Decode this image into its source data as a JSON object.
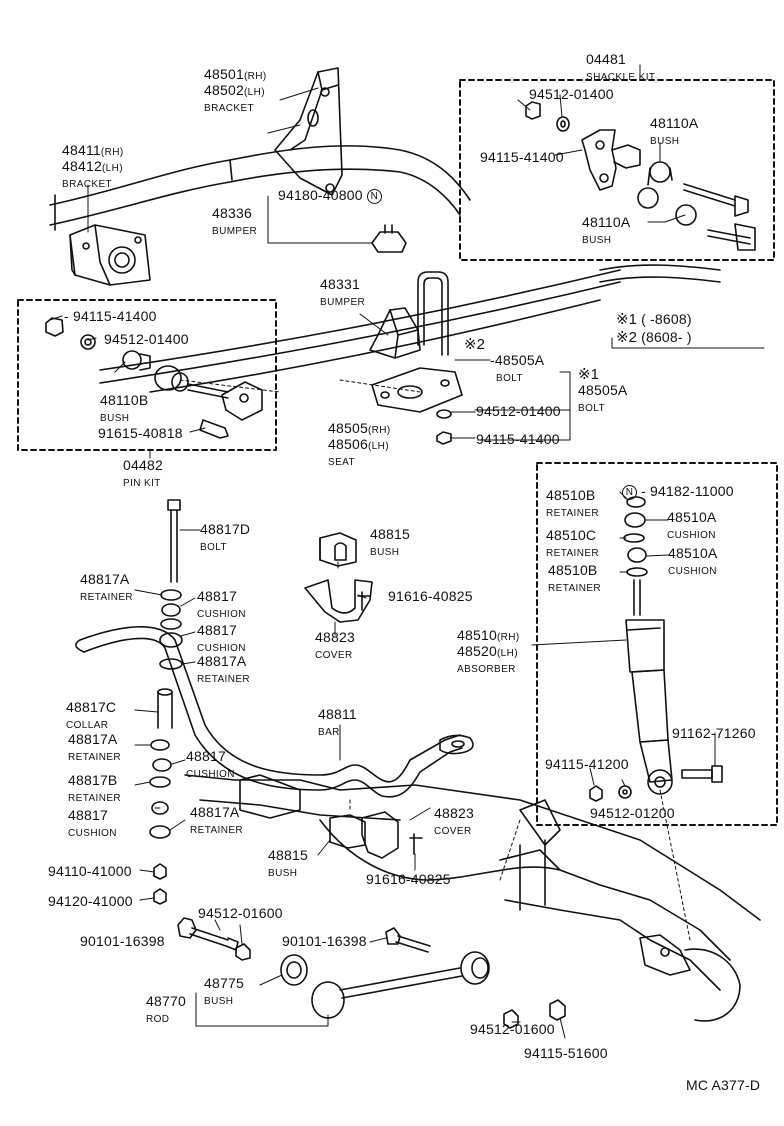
{
  "diagram_id": "MC A377-D",
  "marker_symbol": "N",
  "parts": {
    "bracket_rh_lh": {
      "num_rh": "48501",
      "tag_rh": "(RH)",
      "num_lh": "48502",
      "tag_lh": "(LH)",
      "name": "BRACKET"
    },
    "bracket2": {
      "num_rh": "48411",
      "tag_rh": "(RH)",
      "num_lh": "48412",
      "tag_lh": "(LH)",
      "name": "BRACKET"
    },
    "shackle_kit": {
      "num": "04481",
      "name": "SHACKLE KIT"
    },
    "washer_top": {
      "num": "94512-01400"
    },
    "nut_top": {
      "num": "94115-41400"
    },
    "bush_48110a_1": {
      "num": "48110A",
      "name": "BUSH"
    },
    "bush_48110a_2": {
      "num": "48110A",
      "name": "BUSH"
    },
    "bolt_94180": {
      "num": "94180-40800"
    },
    "bumper_48336": {
      "num": "48336",
      "name": "BUMPER"
    },
    "pin_kit_nut": {
      "num": "94115-41400"
    },
    "pin_kit_washer": {
      "num": "94512-01400"
    },
    "bush_48110b": {
      "num": "48110B",
      "name": "BUSH"
    },
    "bolt_91615": {
      "num": "91615-40818"
    },
    "pin_kit": {
      "num": "04482",
      "name": "PIN KIT"
    },
    "bumper_48331": {
      "num": "48331",
      "name": "BUMPER"
    },
    "note1": {
      "mark": "※1",
      "range": "(        -8608)"
    },
    "note2": {
      "mark": "※2",
      "range": "(8608-        )"
    },
    "bolt_48505a_1": {
      "mark": "※2",
      "num": "48505A",
      "name": "BOLT"
    },
    "bolt_48505a_2": {
      "mark": "※1",
      "num": "48505A",
      "name": "BOLT"
    },
    "seat": {
      "num_rh": "48505",
      "tag_rh": "(RH)",
      "num_lh": "48506",
      "tag_lh": "(LH)",
      "name": "SEAT"
    },
    "seat_washer": {
      "num": "94512-01400"
    },
    "seat_nut": {
      "num": "94115-41400"
    },
    "bolt_48817d": {
      "num": "48817D",
      "name": "BOLT"
    },
    "retainer_48817a_1": {
      "num": "48817A",
      "name": "RETAINER"
    },
    "cushion_48817_1": {
      "num": "48817",
      "name": "CUSHION"
    },
    "cushion_48817_2": {
      "num": "48817",
      "name": "CUSHION"
    },
    "retainer_48817a_2": {
      "num": "48817A",
      "name": "RETAINER"
    },
    "bush_48815_top": {
      "num": "48815",
      "name": "BUSH"
    },
    "bolt_91616_top": {
      "num": "91616-40825"
    },
    "cover_48823_top": {
      "num": "48823",
      "name": "COVER"
    },
    "collar": {
      "num": "48817C",
      "name": "COLLAR"
    },
    "retainer_48817a_3": {
      "num": "48817A",
      "name": "RETAINER"
    },
    "cushion_48817_3": {
      "num": "48817",
      "name": "CUSHION"
    },
    "retainer_48817b": {
      "num": "48817B",
      "name": "RETAINER"
    },
    "cushion_48817_4": {
      "num": "48817",
      "name": "CUSHION"
    },
    "retainer_48817a_4": {
      "num": "48817A",
      "name": "RETAINER"
    },
    "nut_94110": {
      "num": "94110-41000"
    },
    "nut_94120": {
      "num": "94120-41000"
    },
    "bar": {
      "num": "48811",
      "name": "BAR"
    },
    "cover_48823_bot": {
      "num": "48823",
      "name": "COVER"
    },
    "bush_48815_bot": {
      "num": "48815",
      "name": "BUSH"
    },
    "bolt_91616_bot": {
      "num": "91616-40825"
    },
    "bolt_90101_left": {
      "num": "90101-16398"
    },
    "washer_94512_01600_left": {
      "num": "94512-01600"
    },
    "bolt_90101_right": {
      "num": "90101-16398"
    },
    "bush_48775": {
      "num": "48775",
      "name": "BUSH"
    },
    "rod": {
      "num": "48770",
      "name": "ROD"
    },
    "washer_94512_01600_right": {
      "num": "94512-01600"
    },
    "nut_94115_51600": {
      "num": "94115-51600"
    },
    "retainer_48510b_1": {
      "num": "48510B",
      "name": "RETAINER"
    },
    "bolt_94182": {
      "num": "94182-11000"
    },
    "cushion_48510a_1": {
      "num": "48510A",
      "name": "CUSHION"
    },
    "retainer_48510c": {
      "num": "48510C",
      "name": "RETAINER"
    },
    "cushion_48510a_2": {
      "num": "48510A",
      "name": "CUSHION"
    },
    "retainer_48510b_2": {
      "num": "48510B",
      "name": "RETAINER"
    },
    "absorber": {
      "num_rh": "48510",
      "tag_rh": "(RH)",
      "num_lh": "48520",
      "tag_lh": "(LH)",
      "name": "ABSORBER"
    },
    "bolt_91162": {
      "num": "91162-71260"
    },
    "nut_94115_41200": {
      "num": "94115-41200"
    },
    "washer_94512_01200": {
      "num": "94512-01200"
    }
  }
}
